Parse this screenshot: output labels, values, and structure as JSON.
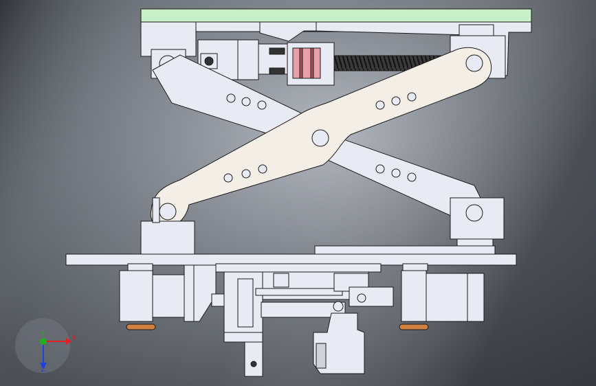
{
  "viewport": {
    "colors": {
      "bg_dark": "#2a2d33",
      "bg_mid": "#7b808a",
      "bg_light": "#c9ccd3",
      "part_fill": "#e8ebf4",
      "part_edge": "#1a1a1a",
      "top_plate": "#c8f0c8",
      "front_arm": "#f4efe6",
      "coupling": "#e8a0a8",
      "screw": "#222222",
      "pad": "#d08040"
    }
  },
  "triad": {
    "x_label": "X",
    "y_label": "Y",
    "z_label": "Z",
    "x_color": "#e02020",
    "y_color": "#20b020",
    "z_color": "#2040e0"
  }
}
